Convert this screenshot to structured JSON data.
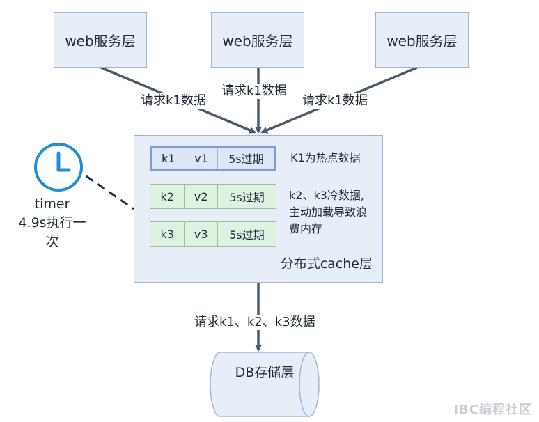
{
  "web_layers": [
    {
      "label": "web服务层"
    },
    {
      "label": "web服务层"
    },
    {
      "label": "web服务层"
    }
  ],
  "requests": {
    "left": "请求k1数据",
    "middle": "请求k1数据",
    "right": "请求k1数据",
    "to_db": "请求k1、k2、k3数据"
  },
  "cache": {
    "title": "分布式cache层",
    "rows": [
      {
        "key": "k1",
        "value": "v1",
        "expiry": "5s过期",
        "kind": "hot"
      },
      {
        "key": "k2",
        "value": "v2",
        "expiry": "5s过期",
        "kind": "cold"
      },
      {
        "key": "k3",
        "value": "v3",
        "expiry": "5s过期",
        "kind": "cold"
      }
    ],
    "hot_note": "K1为热点数据",
    "cold_note": [
      "k2、k3冷数据,",
      "主动加载导致浪",
      "费内存"
    ]
  },
  "timer": {
    "line1": "timer",
    "line2": "4.9s执行一次"
  },
  "db": {
    "label": "DB存储层"
  },
  "watermark": "IBC编程社区",
  "colors": {
    "box_fill": "#e8eef8",
    "box_border": "#9fb5d6",
    "hot_border": "#7f9ed0",
    "cold_fill": "#dff1e1",
    "cold_border": "#8cc79a",
    "arrow": "#4a5a6a",
    "timer_blue": "#1f8fd6"
  }
}
